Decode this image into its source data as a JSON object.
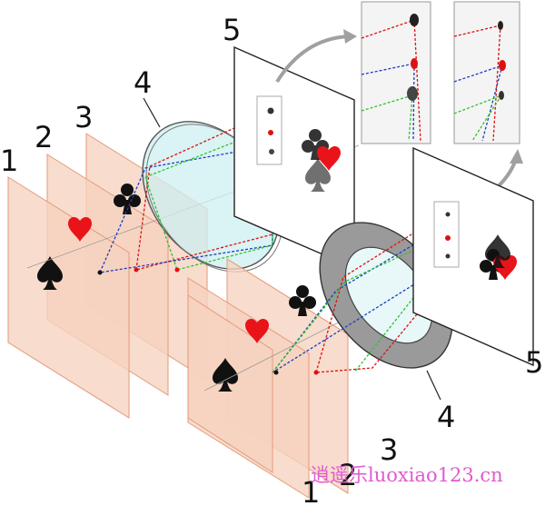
{
  "labels": {
    "plane_1_a": "1",
    "plane_2_a": "2",
    "plane_3_a": "3",
    "lens_4_a": "4",
    "screen_5_a": "5",
    "plane_1_b": "1",
    "plane_2_b": "2",
    "plane_3_b": "3",
    "lens_4_b": "4",
    "screen_5_b": "5"
  },
  "watermark": {
    "cn_text": "逍遥乐",
    "url_text": "luoxiao123.cn"
  },
  "colors": {
    "plane_fill": "#f6d2bf",
    "heart": "#e8141a",
    "spade": "#111111",
    "club": "#111111",
    "lens_glass": "#cdeff0",
    "annular_lens": "#9a9a9a",
    "ray_red": "#d11111",
    "ray_blue": "#1a3fbf",
    "ray_green": "#2ec42e",
    "watermark": "#e05ad0"
  },
  "icons": [
    "spade-icon",
    "heart-icon",
    "club-icon"
  ]
}
